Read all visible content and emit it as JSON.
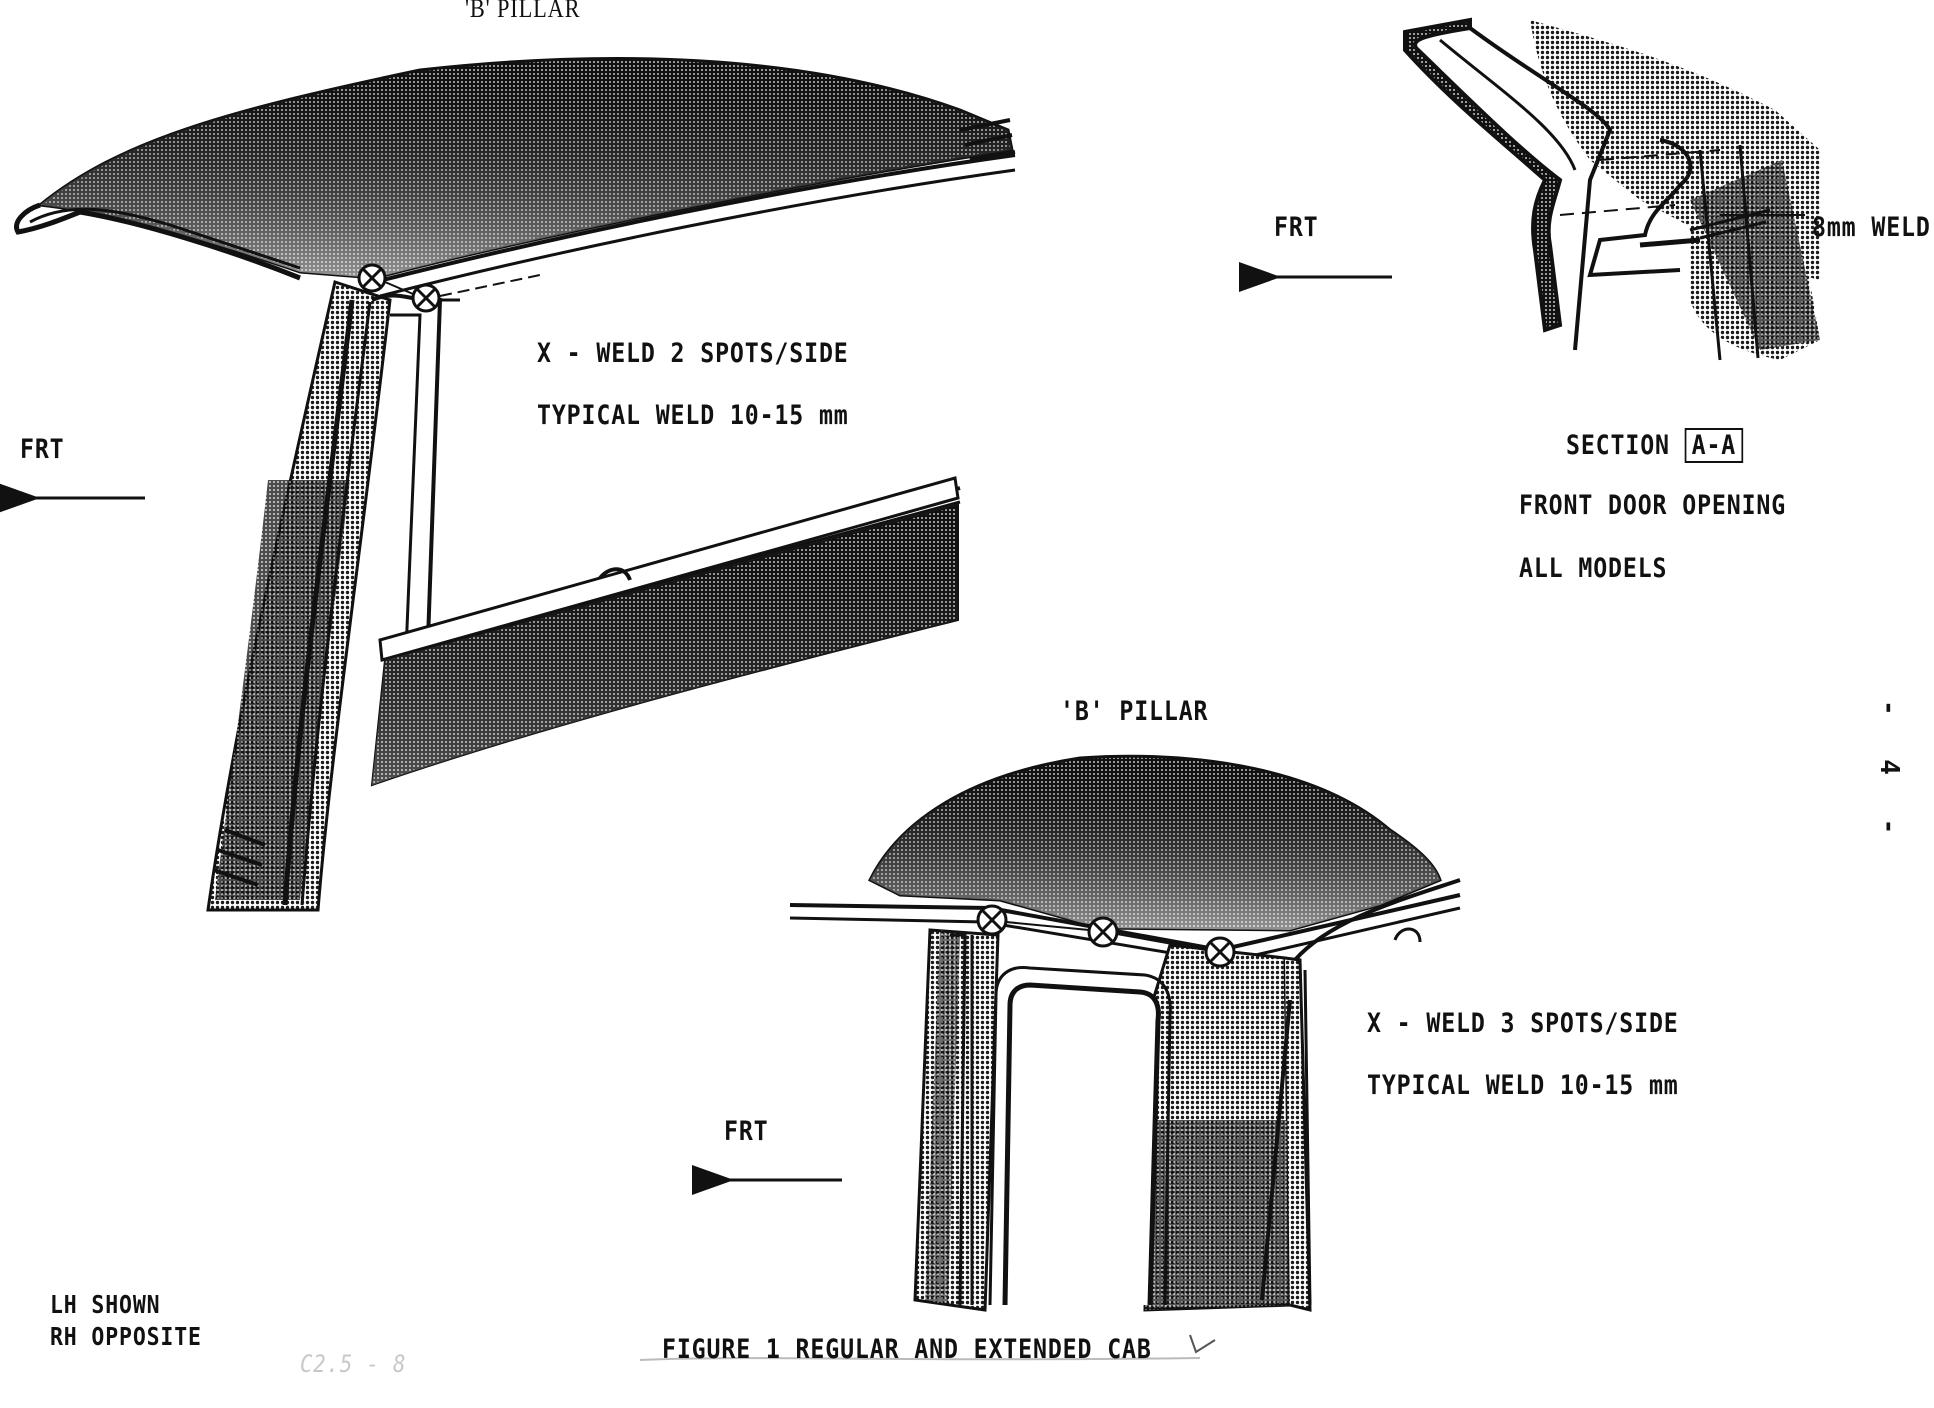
{
  "figure": {
    "caption": "FIGURE 1  REGULAR AND EXTENDED CAB",
    "page_marker": "- 4 -",
    "handwritten_mark": "C2.5 - 8"
  },
  "view_a": {
    "pillar_label": "'B' PILLAR",
    "direction_label": "FRT",
    "weld_spots": "X - WELD 2 SPOTS/SIDE",
    "weld_length": "TYPICAL WELD 10-15 mm"
  },
  "section_view": {
    "direction_label": "FRT",
    "weld_size": "8mm WELD",
    "section_prefix": "SECTION",
    "section_id": "A-A",
    "location": "FRONT DOOR OPENING",
    "applies_to": "ALL MODELS"
  },
  "view_b": {
    "pillar_label": "'B' PILLAR",
    "direction_label": "FRT",
    "weld_spots": "X - WELD 3 SPOTS/SIDE",
    "weld_length": "TYPICAL WELD 10-15 mm"
  },
  "notes": {
    "line1": "LH SHOWN",
    "line2": "RH OPPOSITE"
  },
  "colors": {
    "ink": "#111111",
    "paper": "#ffffff"
  }
}
